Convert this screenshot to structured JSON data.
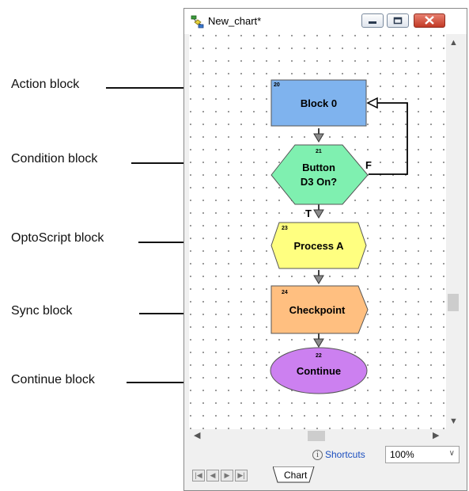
{
  "callouts": {
    "action": "Action block",
    "condition": "Condition block",
    "optoscript": "OptoScript block",
    "sync": "Sync block",
    "continue": "Continue block"
  },
  "window": {
    "title": "New_chart*",
    "status": {
      "shortcuts_label": "Shortcuts",
      "zoom_value": "100%"
    },
    "tabs": [
      {
        "label": "Chart"
      }
    ]
  },
  "chart": {
    "blocks": {
      "action": {
        "id": "20",
        "label": "Block 0",
        "color": "#7fb3ee"
      },
      "condition": {
        "id": "21",
        "label_line1": "Button",
        "label_line2": "D3 On?",
        "color": "#7ff0b0"
      },
      "optoscript": {
        "id": "23",
        "label": "Process A",
        "color": "#ffff80"
      },
      "sync": {
        "id": "24",
        "label": "Checkpoint",
        "color": "#ffbf80"
      },
      "continue": {
        "id": "22",
        "label": "Continue",
        "color": "#cc80f0"
      }
    },
    "connector_labels": {
      "true": "T",
      "false": "F"
    }
  }
}
